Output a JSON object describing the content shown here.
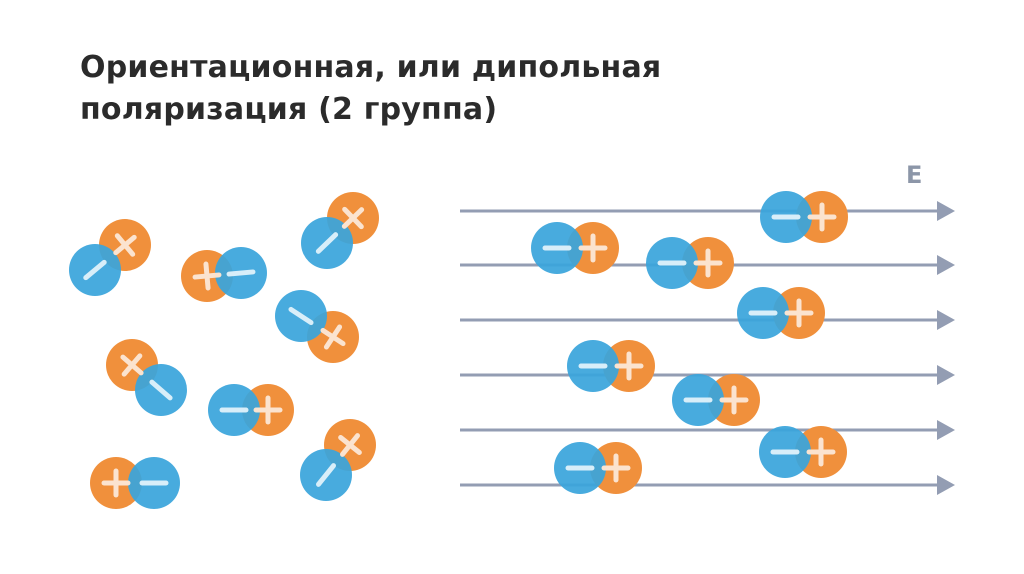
{
  "title": {
    "line1": "Ориентационная, или дипольная",
    "line2": "поляризация (2 группа)"
  },
  "field": {
    "label": "E"
  },
  "colors": {
    "negative": "#3aa5dc",
    "positive": "#f0903c",
    "field_line": "#939db3",
    "sign": "#fbe3cf",
    "sign_on_blue": "#d8eef9"
  },
  "charge_signs": {
    "positive": "+",
    "negative": "−"
  },
  "states": {
    "without_field": "random dipole orientations",
    "with_field": "dipoles aligned: negative end against field, positive end along field"
  }
}
